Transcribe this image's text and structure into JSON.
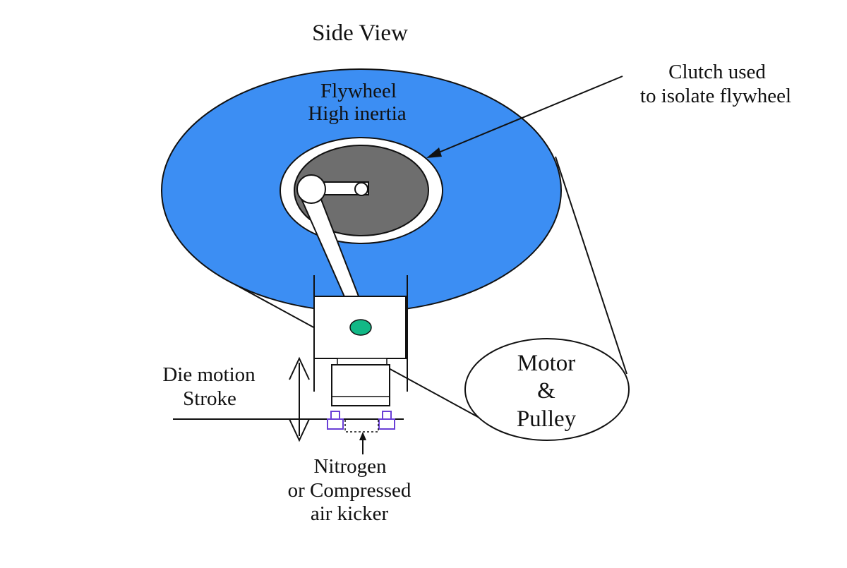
{
  "title": "Side View",
  "labels": {
    "flywheel_line1": "Flywheel",
    "flywheel_line2": "High inertia",
    "clutch_line1": "Clutch used",
    "clutch_line2": "to isolate flywheel",
    "motor_line1": "Motor",
    "motor_line2": "&",
    "motor_line3": "Pulley",
    "stroke_line1": "Die motion",
    "stroke_line2": "Stroke",
    "kicker_line1": "Nitrogen",
    "kicker_line2": "or Compressed",
    "kicker_line3": "air kicker"
  },
  "colors": {
    "flywheel": "#3c8ef3",
    "clutch_disc": "#6e6e6e",
    "pivot": "#12b886",
    "kicker": "#6a3fd6",
    "line": "#111111",
    "background": "#ffffff"
  }
}
